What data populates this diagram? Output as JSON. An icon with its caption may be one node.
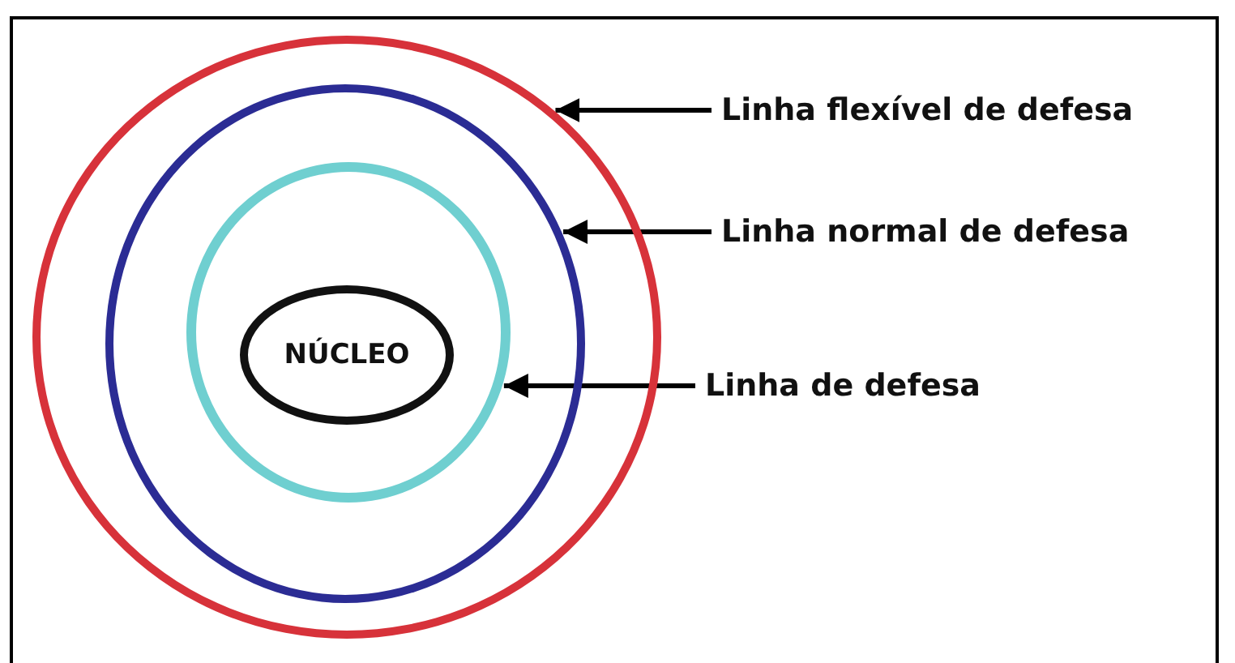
{
  "diagram": {
    "nodes": [
      {
        "text": [],
        "shape": "circle"
      },
      {
        "text": [],
        "shape": "circle",
        "in": 0
      },
      {
        "text": [],
        "shape": "circle",
        "in": 1
      },
      {
        "text": [
          "NÚCLEO"
        ],
        "in": 2
      },
      {
        "text": [
          "Linha flexível de defesa"
        ]
      },
      {
        "text": [
          "Linha normal de defesa"
        ]
      },
      {
        "text": [
          "Linha de defesa"
        ]
      }
    ],
    "edges": [
      {
        "from": 4,
        "to": 0,
        "arrow": "to"
      },
      {
        "from": 5,
        "to": 1,
        "arrow": "to"
      },
      {
        "from": 6,
        "to": 2,
        "arrow": "to"
      }
    ]
  }
}
